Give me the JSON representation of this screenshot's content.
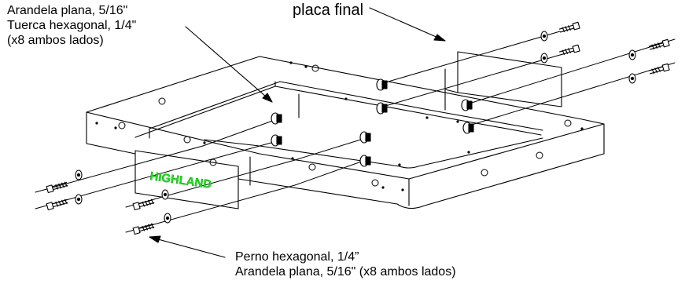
{
  "labels": {
    "top_left": {
      "line1": "Arandela plana, 5/16\"",
      "line2": "Tuerca hexagonal, 1/4\"",
      "line3": "(x8  ambos lados)"
    },
    "end_plate": "placa final",
    "bottom": {
      "line1": "Perno hexagonal, 1/4”",
      "line2": "Arandela plana, 5/16\"  (x8  ambos lados)"
    }
  },
  "brand": {
    "text": "HIGHLAND",
    "color": "#22dd22"
  },
  "colors": {
    "line": "#000000",
    "background": "#ffffff"
  }
}
